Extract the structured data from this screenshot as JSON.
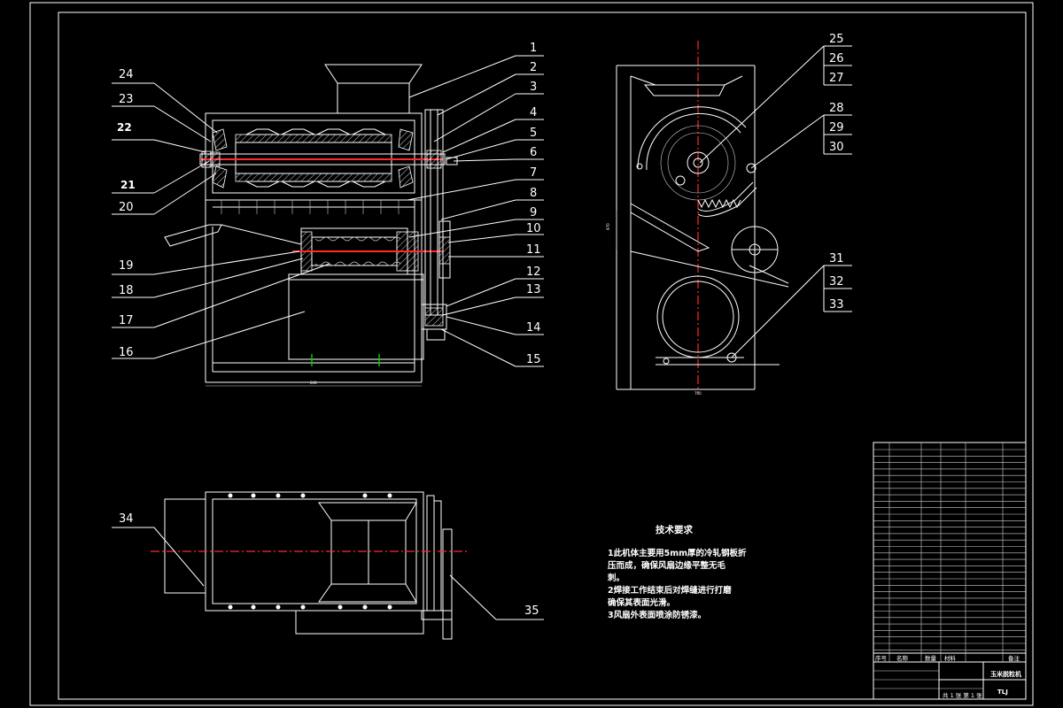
{
  "balloons_left": [
    "24",
    "23",
    "22",
    "21",
    "20",
    "19",
    "18",
    "17",
    "16"
  ],
  "balloons_right": [
    "1",
    "2",
    "3",
    "4",
    "5",
    "6",
    "7",
    "8",
    "9",
    "10",
    "11",
    "12",
    "13",
    "14",
    "15"
  ],
  "balloons_side": [
    "25",
    "26",
    "27",
    "28",
    "29",
    "30",
    "31",
    "32",
    "33"
  ],
  "balloons_plan": [
    "34",
    "35"
  ],
  "tech_requirements": {
    "title": "技术要求",
    "lines": [
      "1此机体主要用5mm厚的冷轧钢板折",
      "压而成，确保风扇边缘平整无毛",
      "刺。",
      "2焊接工作结束后对焊缝进行打磨",
      "确保其表面光滑。",
      "3风扇外表面喷涂防锈漆。"
    ]
  },
  "title_block": {
    "drawing_name": "玉米脱粒机",
    "drawing_no": "TLJ",
    "scale_label": "共 1 张 第 1 张",
    "labels": [
      "序号",
      "名称",
      "数量",
      "材料",
      "备注"
    ]
  },
  "colors": {
    "background": "#000000",
    "line": "#ffffff",
    "center_line": "#ff2a2a",
    "marker": "#00d000"
  }
}
